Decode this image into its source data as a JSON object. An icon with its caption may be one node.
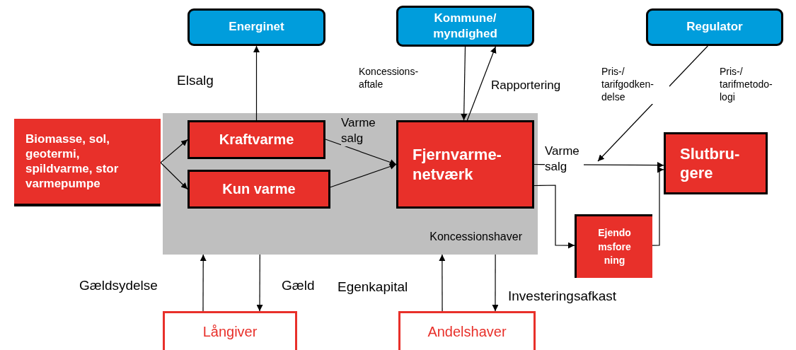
{
  "diagram": {
    "nodes": [
      {
        "text": [
          "Energinet"
        ]
      },
      {
        "text": [
          "Kommune/ myndighed"
        ]
      },
      {
        "text": [
          "Regulator"
        ]
      },
      {
        "text": [
          "Koncessionshaver"
        ]
      },
      {
        "text": [
          "Biomasse, sol, geotermi, spildvarme, stor varmepumpe"
        ]
      },
      {
        "text": [
          "Kraftvarme"
        ],
        "in": 3
      },
      {
        "text": [
          "Kun varme"
        ],
        "in": 3
      },
      {
        "text": [
          "Fjernvarme- netværk"
        ],
        "in": 3
      },
      {
        "text": [
          "Slutbru- gere"
        ]
      },
      {
        "text": [
          "Ejendo msfore ning"
        ]
      },
      {
        "text": [
          "Långiver"
        ]
      },
      {
        "text": [
          "Andelshaver"
        ]
      }
    ],
    "edges": [
      {
        "from": 4,
        "to": 5,
        "arrow": "to"
      },
      {
        "from": 4,
        "to": 6,
        "arrow": "to"
      },
      {
        "from": 5,
        "to": 0,
        "arrow": "to",
        "label": "Elsalg"
      },
      {
        "from": 5,
        "to": 7,
        "arrow": "to",
        "label": "Varme salg"
      },
      {
        "from": 6,
        "to": 7,
        "arrow": "to"
      },
      {
        "from": 1,
        "to": 7,
        "arrow": "to",
        "label": "Koncessions- aftale"
      },
      {
        "from": 7,
        "to": 1,
        "arrow": "to",
        "label": "Rapportering"
      },
      {
        "from": 7,
        "to": 8,
        "arrow": "to",
        "label": "Varme salg"
      },
      {
        "from": 7,
        "to": 9,
        "arrow": "to"
      },
      {
        "from": 9,
        "to": 8,
        "arrow": "to"
      },
      {
        "from": 2,
        "to": null,
        "arrow": "to",
        "label": "Pris-/ tarifgodken- delse"
      },
      {
        "from": 10,
        "to": 3,
        "arrow": "to",
        "label": "Gældsydelse"
      },
      {
        "from": 3,
        "to": 10,
        "arrow": "to",
        "label": "Gæld"
      },
      {
        "from": 11,
        "to": 3,
        "arrow": "to",
        "label": "Egenkapital"
      },
      {
        "from": 3,
        "to": 11,
        "arrow": "to",
        "label": "Investeringsafkast"
      }
    ],
    "labels": [
      "Pris-/ tarifmetodo- logi"
    ]
  }
}
